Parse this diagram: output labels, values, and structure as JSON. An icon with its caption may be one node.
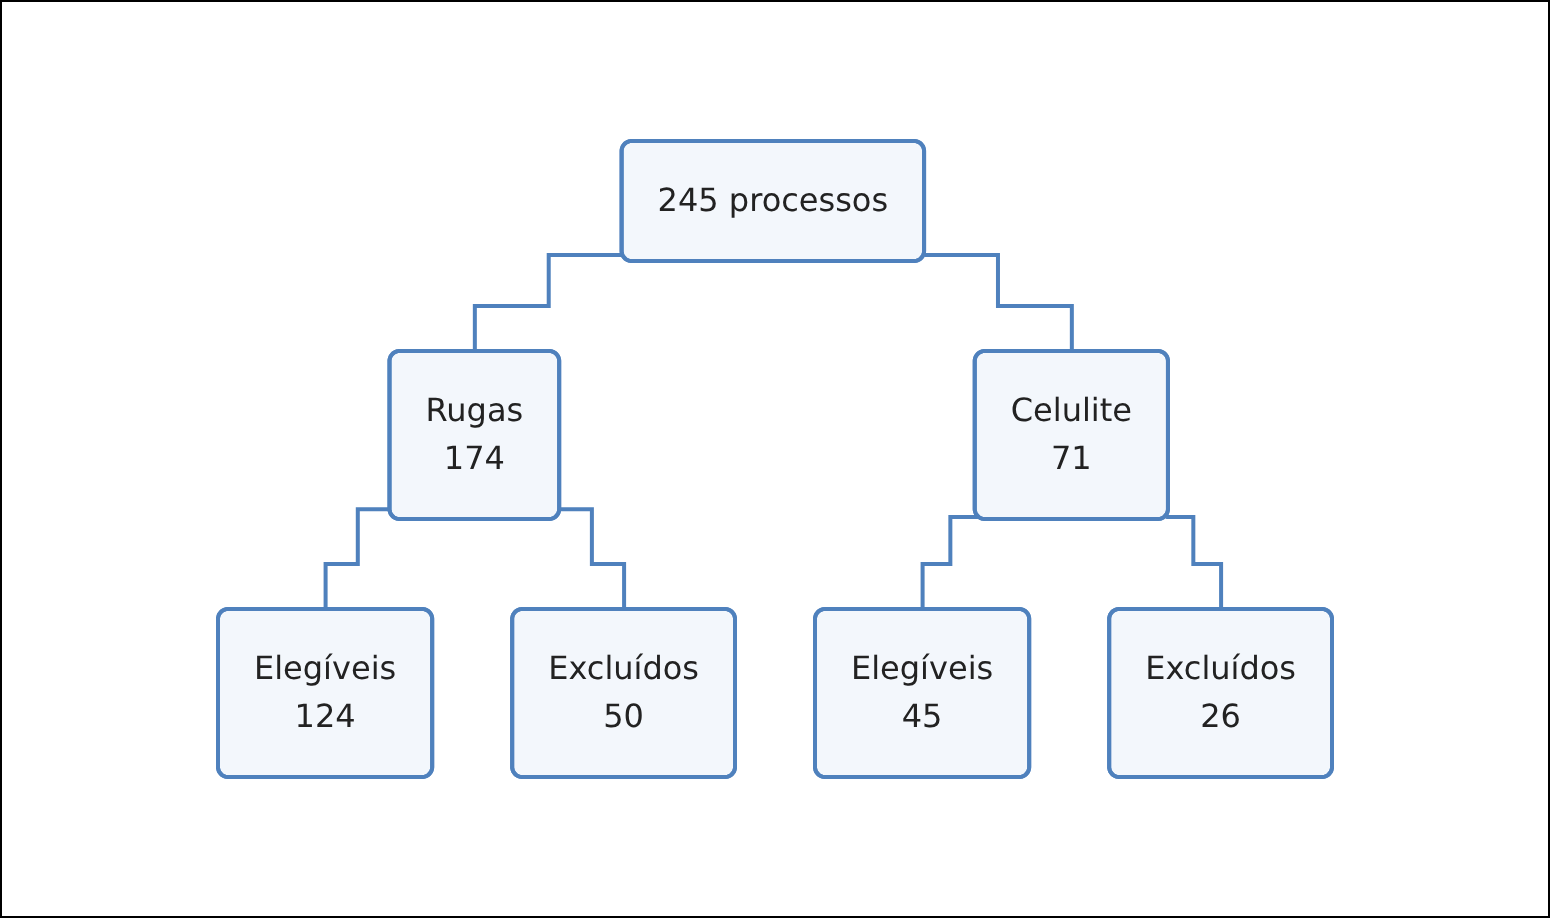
{
  "diagram": {
    "nodes": [
      {
        "text": [
          "245 processos"
        ]
      },
      {
        "text": [
          "Rugas",
          "174"
        ]
      },
      {
        "text": [
          "Celulite",
          "71"
        ]
      },
      {
        "text": [
          "Elegíveis",
          "124"
        ]
      },
      {
        "text": [
          "Excluídos",
          "50"
        ]
      },
      {
        "text": [
          "Elegíveis",
          "45"
        ]
      },
      {
        "text": [
          "Excluídos",
          "26"
        ]
      }
    ],
    "edges": [
      {
        "from": 0,
        "to": 1,
        "arrow": "none"
      },
      {
        "from": 0,
        "to": 2,
        "arrow": "none"
      },
      {
        "from": 1,
        "to": 3,
        "arrow": "none"
      },
      {
        "from": 1,
        "to": 4,
        "arrow": "none"
      },
      {
        "from": 2,
        "to": 5,
        "arrow": "none"
      },
      {
        "from": 2,
        "to": 6,
        "arrow": "none"
      }
    ]
  }
}
